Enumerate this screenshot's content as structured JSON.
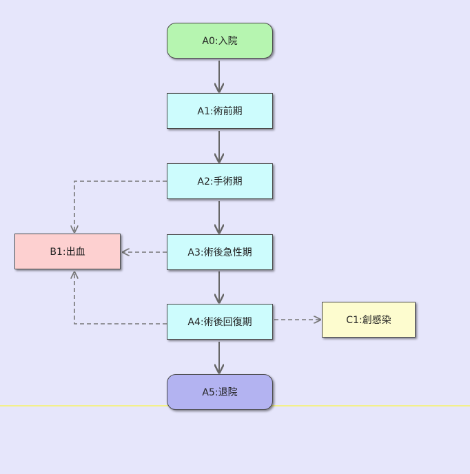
{
  "diagram": {
    "nodes": [
      {
        "id": "A0",
        "label": "A0:入院",
        "fill": "#b6f5b0",
        "shape": "rounded"
      },
      {
        "id": "A1",
        "label": "A1:術前期",
        "fill": "#cdfcfd",
        "shape": "rect"
      },
      {
        "id": "A2",
        "label": "A2:手術期",
        "fill": "#cdfcfd",
        "shape": "rect"
      },
      {
        "id": "A3",
        "label": "A3:術後急性期",
        "fill": "#cdfcfd",
        "shape": "rect"
      },
      {
        "id": "A4",
        "label": "A4:術後回復期",
        "fill": "#cdfcfd",
        "shape": "rect"
      },
      {
        "id": "A5",
        "label": "A5:退院",
        "fill": "#b3b3f1",
        "shape": "rounded"
      },
      {
        "id": "B1",
        "label": "B1:出血",
        "fill": "#fdd0d0",
        "shape": "rect"
      },
      {
        "id": "C1",
        "label": "C1:創感染",
        "fill": "#fdfccf",
        "shape": "rect"
      }
    ],
    "edges": [
      {
        "from": "A0",
        "to": "A1",
        "style": "solid"
      },
      {
        "from": "A1",
        "to": "A2",
        "style": "solid"
      },
      {
        "from": "A2",
        "to": "A3",
        "style": "solid"
      },
      {
        "from": "A3",
        "to": "A4",
        "style": "solid"
      },
      {
        "from": "A4",
        "to": "A5",
        "style": "solid"
      },
      {
        "from": "A2",
        "to": "B1",
        "style": "dashed"
      },
      {
        "from": "A3",
        "to": "B1",
        "style": "dashed"
      },
      {
        "from": "A4",
        "to": "B1",
        "style": "dashed"
      },
      {
        "from": "A4",
        "to": "C1",
        "style": "dashed"
      }
    ],
    "colors": {
      "background": "#e6e6fb",
      "border": "#4a4a4a",
      "edge": "#666666",
      "guide_line": "#f3f08a"
    }
  }
}
